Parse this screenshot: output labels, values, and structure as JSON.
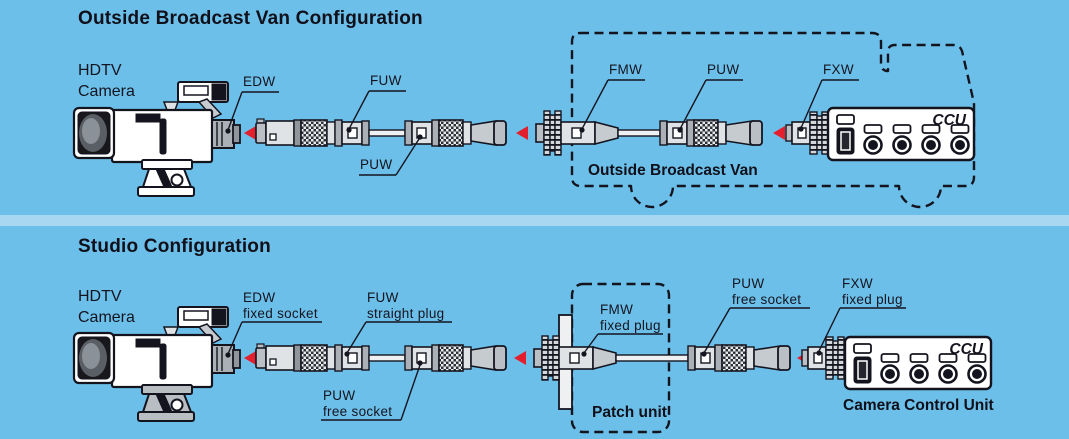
{
  "colors": {
    "background": "#6CBFE9",
    "divider_band": "#A8D8F1",
    "ink": "#14141f",
    "arrow_red": "#E31E2D",
    "metal_light": "#dfe3e6",
    "metal_mid": "#aab0b6",
    "metal_dark": "#8f969c"
  },
  "obvan": {
    "title": "Outside Broadcast Van Configuration",
    "camera_line1": "HDTV",
    "camera_line2": "Camera",
    "label_edw": "EDW",
    "label_fuw": "FUW",
    "label_puw_cable": "PUW",
    "label_fmw": "FMW",
    "label_puw_van": "PUW",
    "label_fxw": "FXW",
    "van_caption": "Outside Broadcast Van",
    "ccu_badge": "CCU"
  },
  "studio": {
    "title": "Studio Configuration",
    "camera_line1": "HDTV",
    "camera_line2": "Camera",
    "label_edw_name": "EDW",
    "label_edw_desc": "fixed socket",
    "label_fuw_name": "FUW",
    "label_fuw_desc": "straight plug",
    "label_puw_cable_name": "PUW",
    "label_puw_cable_desc": "free socket",
    "label_fmw_name": "FMW",
    "label_fmw_desc": "fixed plug",
    "label_puw_ccu_name": "PUW",
    "label_puw_ccu_desc": "free socket",
    "label_fxw_name": "FXW",
    "label_fxw_desc": "fixed plug",
    "patch_caption": "Patch unit",
    "ccu_badge": "CCU",
    "ccu_caption": "Camera Control Unit"
  }
}
